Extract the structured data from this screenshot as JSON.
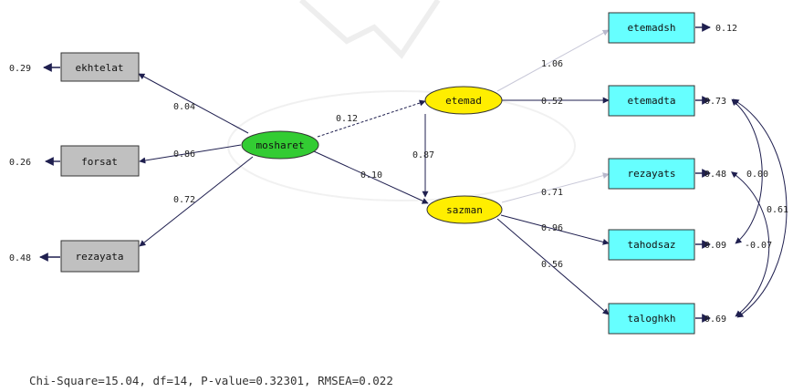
{
  "diagram": {
    "observed_left": [
      {
        "id": "ekhtelat",
        "label": "ekhtelat",
        "error": "0.29"
      },
      {
        "id": "forsat",
        "label": "forsat",
        "error": "0.26"
      },
      {
        "id": "rezayata",
        "label": "rezayata",
        "error": "0.48"
      }
    ],
    "latent": [
      {
        "id": "mosharet",
        "label": "mosharet",
        "color": "#33cc33"
      },
      {
        "id": "etemad",
        "label": "etemad",
        "color": "#ffee00"
      },
      {
        "id": "sazman",
        "label": "sazman",
        "color": "#ffee00"
      }
    ],
    "observed_right": [
      {
        "id": "etemadsh",
        "label": "etemadsh",
        "error": "0.12"
      },
      {
        "id": "etemadta",
        "label": "etemadta",
        "error": "0.73"
      },
      {
        "id": "rezayats",
        "label": "rezayats",
        "error": "0.48"
      },
      {
        "id": "tahodsaz",
        "label": "tahodsaz",
        "error": "0.09"
      },
      {
        "id": "taloghkh",
        "label": "taloghkh",
        "error": "0.69"
      }
    ],
    "paths": [
      {
        "id": "mosharet-ekhtelat",
        "value": "0.04"
      },
      {
        "id": "mosharet-forsat",
        "value": "0.86"
      },
      {
        "id": "mosharet-rezayata",
        "value": "0.72"
      },
      {
        "id": "mosharet-etemad",
        "value": "0.12"
      },
      {
        "id": "mosharet-sazman",
        "value": "0.10"
      },
      {
        "id": "etemad-sazman",
        "value": "0.87"
      },
      {
        "id": "etemad-etemadsh",
        "value": "1.06"
      },
      {
        "id": "etemad-etemadta",
        "value": "0.52"
      },
      {
        "id": "sazman-rezayats",
        "value": "0.71"
      },
      {
        "id": "sazman-tahodsaz",
        "value": "0.96"
      },
      {
        "id": "sazman-taloghkh",
        "value": "0.56"
      }
    ],
    "covariances": [
      {
        "id": "etemadta-taloghkh",
        "value": "0.61"
      },
      {
        "id": "etemadta-tahodsaz",
        "value": "0.00"
      },
      {
        "id": "rezayats-taloghkh",
        "value": "-0.07"
      }
    ],
    "fit_stats": "Chi-Square=15.04, df=14, P-value=0.32301, RMSEA=0.022",
    "colors": {
      "observed_left": "#c0c0c0",
      "observed_right": "#66ffff",
      "arrow": "#2b2b5a"
    }
  }
}
